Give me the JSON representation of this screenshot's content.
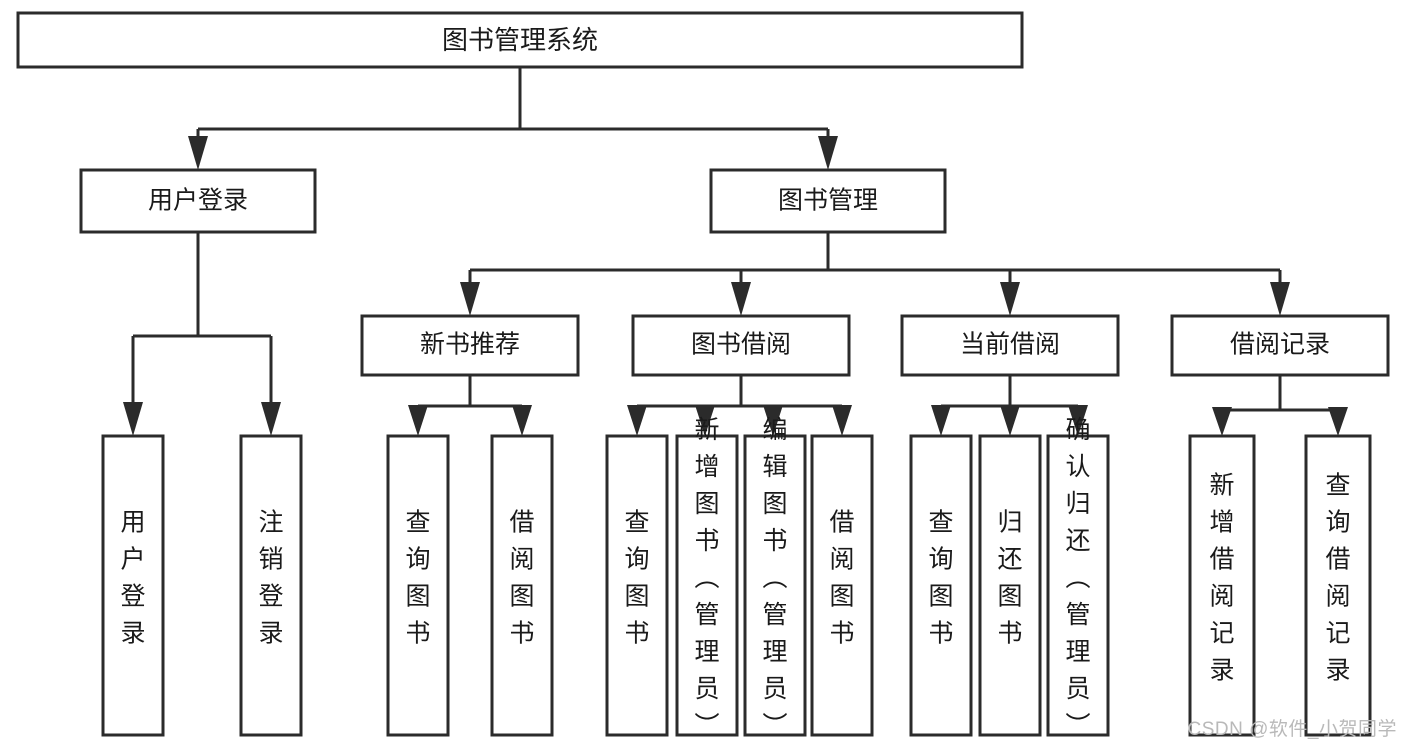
{
  "diagram": {
    "title": "图书管理系统",
    "type": "hierarchy-tree",
    "root": {
      "id": "root",
      "label": "图书管理系统"
    },
    "level2": [
      {
        "id": "user-login",
        "label": "用户登录"
      },
      {
        "id": "book-manage",
        "label": "图书管理"
      }
    ],
    "level3": [
      {
        "id": "new-book-recommend",
        "label": "新书推荐",
        "parent": "book-manage"
      },
      {
        "id": "book-borrow",
        "label": "图书借阅",
        "parent": "book-manage"
      },
      {
        "id": "current-borrow",
        "label": "当前借阅",
        "parent": "book-manage"
      },
      {
        "id": "borrow-record",
        "label": "借阅记录",
        "parent": "book-manage"
      }
    ],
    "leaves": [
      {
        "id": "leaf-user-login",
        "label": "用户登录",
        "parent": "user-login"
      },
      {
        "id": "leaf-logout",
        "label": "注销登录",
        "parent": "user-login"
      },
      {
        "id": "leaf-query-book-1",
        "label": "查询图书",
        "parent": "new-book-recommend"
      },
      {
        "id": "leaf-borrow-book-1",
        "label": "借阅图书",
        "parent": "new-book-recommend"
      },
      {
        "id": "leaf-query-book-2",
        "label": "查询图书",
        "parent": "book-borrow"
      },
      {
        "id": "leaf-add-book",
        "label": "新增图书（管理员）",
        "parent": "book-borrow"
      },
      {
        "id": "leaf-edit-book",
        "label": "编辑图书（管理员）",
        "parent": "book-borrow"
      },
      {
        "id": "leaf-borrow-book-2",
        "label": "借阅图书",
        "parent": "book-borrow"
      },
      {
        "id": "leaf-query-book-3",
        "label": "查询图书",
        "parent": "current-borrow"
      },
      {
        "id": "leaf-return-book",
        "label": "归还图书",
        "parent": "current-borrow"
      },
      {
        "id": "leaf-confirm-return",
        "label": "确认归还（管理员）",
        "parent": "current-borrow"
      },
      {
        "id": "leaf-add-record",
        "label": "新增借阅记录",
        "parent": "borrow-record"
      },
      {
        "id": "leaf-query-record",
        "label": "查询借阅记录",
        "parent": "borrow-record"
      }
    ],
    "colors": {
      "stroke": "#2b2b2b",
      "fill": "#ffffff",
      "text": "#1a1a1a",
      "watermark": "#b9b9b9"
    }
  },
  "watermark": {
    "text": "CSDN @软件_小贺同学"
  }
}
